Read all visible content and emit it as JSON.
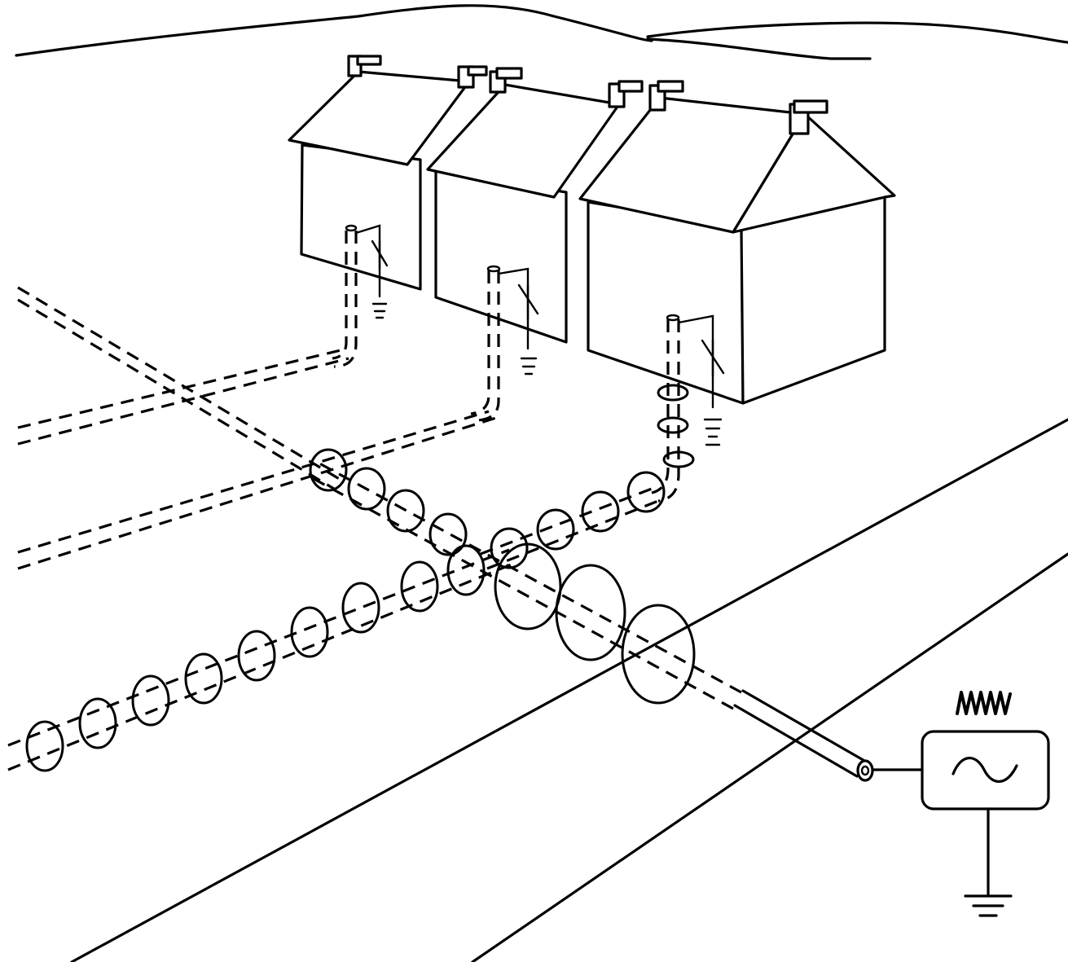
{
  "figure": {
    "subject": "",
    "elements": [
      "ground-contours",
      "road",
      "houses",
      "service-pipes",
      "main-pipe",
      "induced-current-rings",
      "signal-generator",
      "ground-symbol"
    ]
  },
  "houses": [
    {
      "id": "house-1"
    },
    {
      "id": "house-2"
    },
    {
      "id": "house-3"
    }
  ],
  "generator": {
    "symbol": "sine-wave-icon",
    "signal": "square-wave-icon",
    "grounded": true
  },
  "colors": {
    "line": "#000000",
    "background": "#ffffff"
  }
}
